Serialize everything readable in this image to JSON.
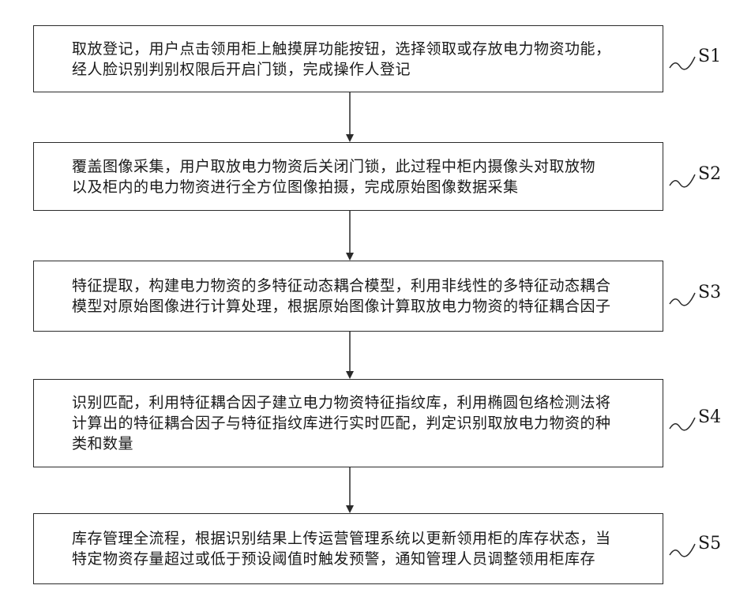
{
  "steps": [
    {
      "label": "S1",
      "lines": [
        "取放登记，用户点击领用柜上触摸屏功能按钮，选择领取或存放电力物资功能，",
        "经人脸识别判别权限后开启门锁，完成操作人登记"
      ]
    },
    {
      "label": "S2",
      "lines": [
        "覆盖图像采集，用户取放电力物资后关闭门锁，此过程中柜内摄像头对取放物",
        "以及柜内的电力物资进行全方位图像拍摄，完成原始图像数据采集"
      ]
    },
    {
      "label": "S3",
      "lines": [
        "特征提取，构建电力物资的多特征动态耦合模型，利用非线性的多特征动态耦合",
        "模型对原始图像进行计算处理，根据原始图像计算取放电力物资的特征耦合因子"
      ]
    },
    {
      "label": "S4",
      "lines": [
        "识别匹配，利用特征耦合因子建立电力物资特征指纹库，利用椭圆包络检测法将",
        "计算出的特征耦合因子与特征指纹库进行实时匹配，判定识别取放电力物资的种",
        "类和数量"
      ]
    },
    {
      "label": "S5",
      "lines": [
        "库存管理全流程，根据识别结果上传运营管理系统以更新领用柜的库存状态，当",
        "特定物资存量超过或低于预设阈值时触发预警，通知管理人员调整领用柜库存"
      ]
    }
  ]
}
